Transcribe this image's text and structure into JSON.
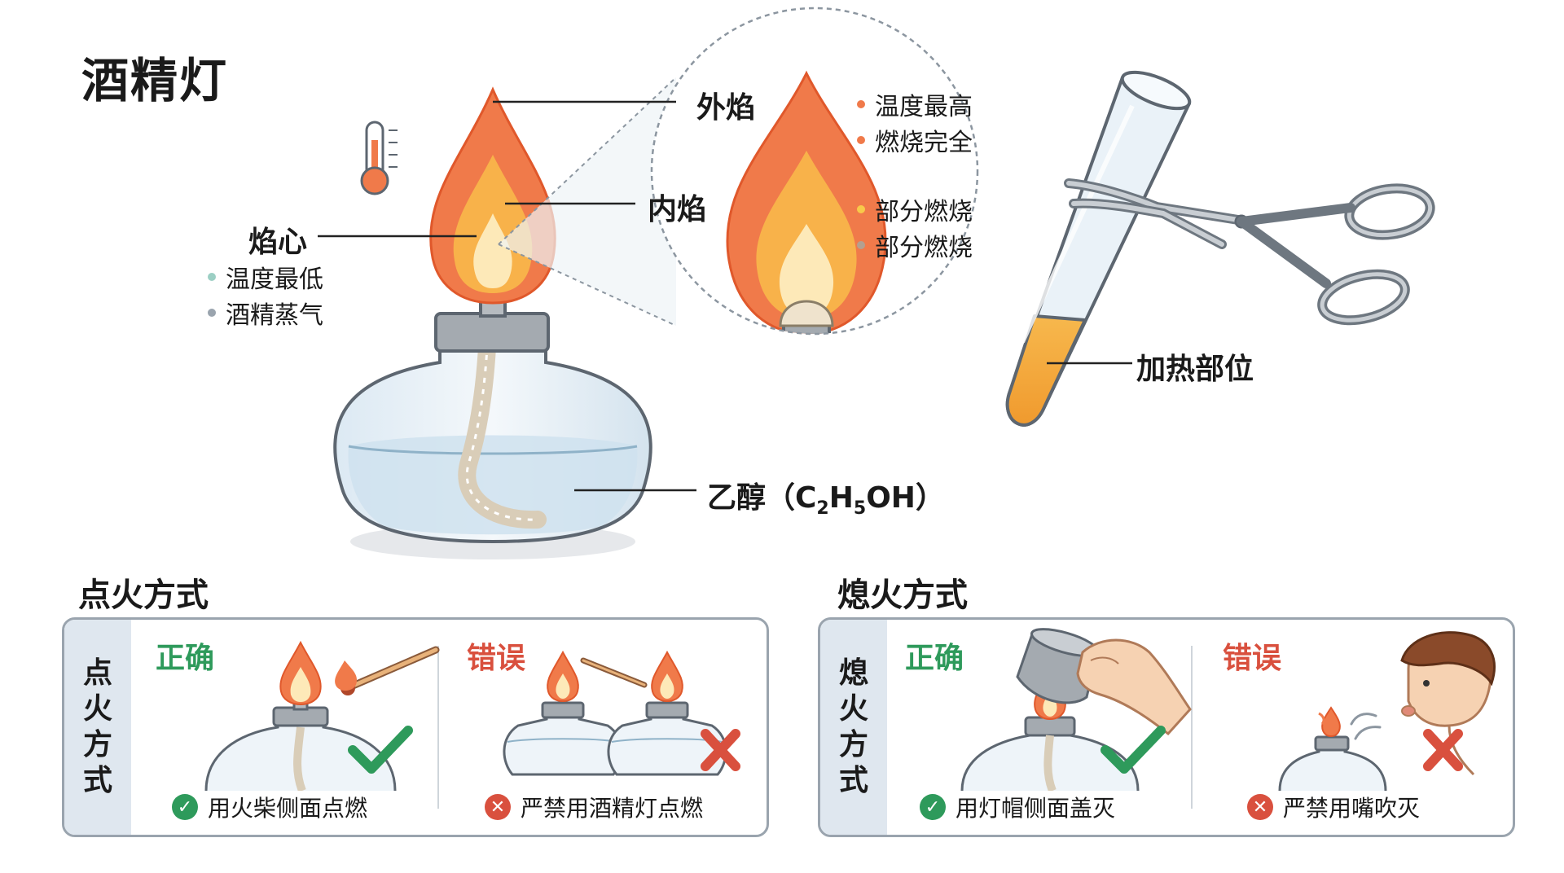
{
  "title": "酒精灯",
  "flame": {
    "outer": "外焰",
    "inner": "内焰",
    "core": "焰心",
    "outer_notes": [
      "温度最高",
      "燃烧完全"
    ],
    "inner_notes": [
      "部分燃烧",
      "部分燃烧"
    ],
    "core_notes": [
      "温度最低",
      "酒精蒸气"
    ]
  },
  "ethanol": {
    "prefix": "乙醇（C",
    "sub1": "2",
    "mid": "H",
    "sub2": "5",
    "suffix": "OH）"
  },
  "heating_label": "加热部位",
  "ignite": {
    "section_title": "点火方式",
    "side_label": [
      "点",
      "火",
      "方",
      "式"
    ],
    "correct_title": "正确",
    "correct_caption": "用火柴侧面点燃",
    "wrong_title": "错误",
    "wrong_caption": "严禁用酒精灯点燃"
  },
  "extinguish": {
    "section_title": "熄火方式",
    "side_label": [
      "熄",
      "火",
      "方",
      "式"
    ],
    "correct_title": "正确",
    "correct_caption": "用灯帽侧面盖灭",
    "wrong_title": "错误",
    "wrong_caption": "严禁用嘴吹灭"
  },
  "icons": {
    "ok": "check-icon",
    "bad": "cross-icon"
  },
  "colors": {
    "ok": "#2e9a5b",
    "bad": "#d9503e",
    "flame_outer": "#f07a4a",
    "flame_inner": "#f8b24a",
    "flame_core": "#fde9b8"
  }
}
